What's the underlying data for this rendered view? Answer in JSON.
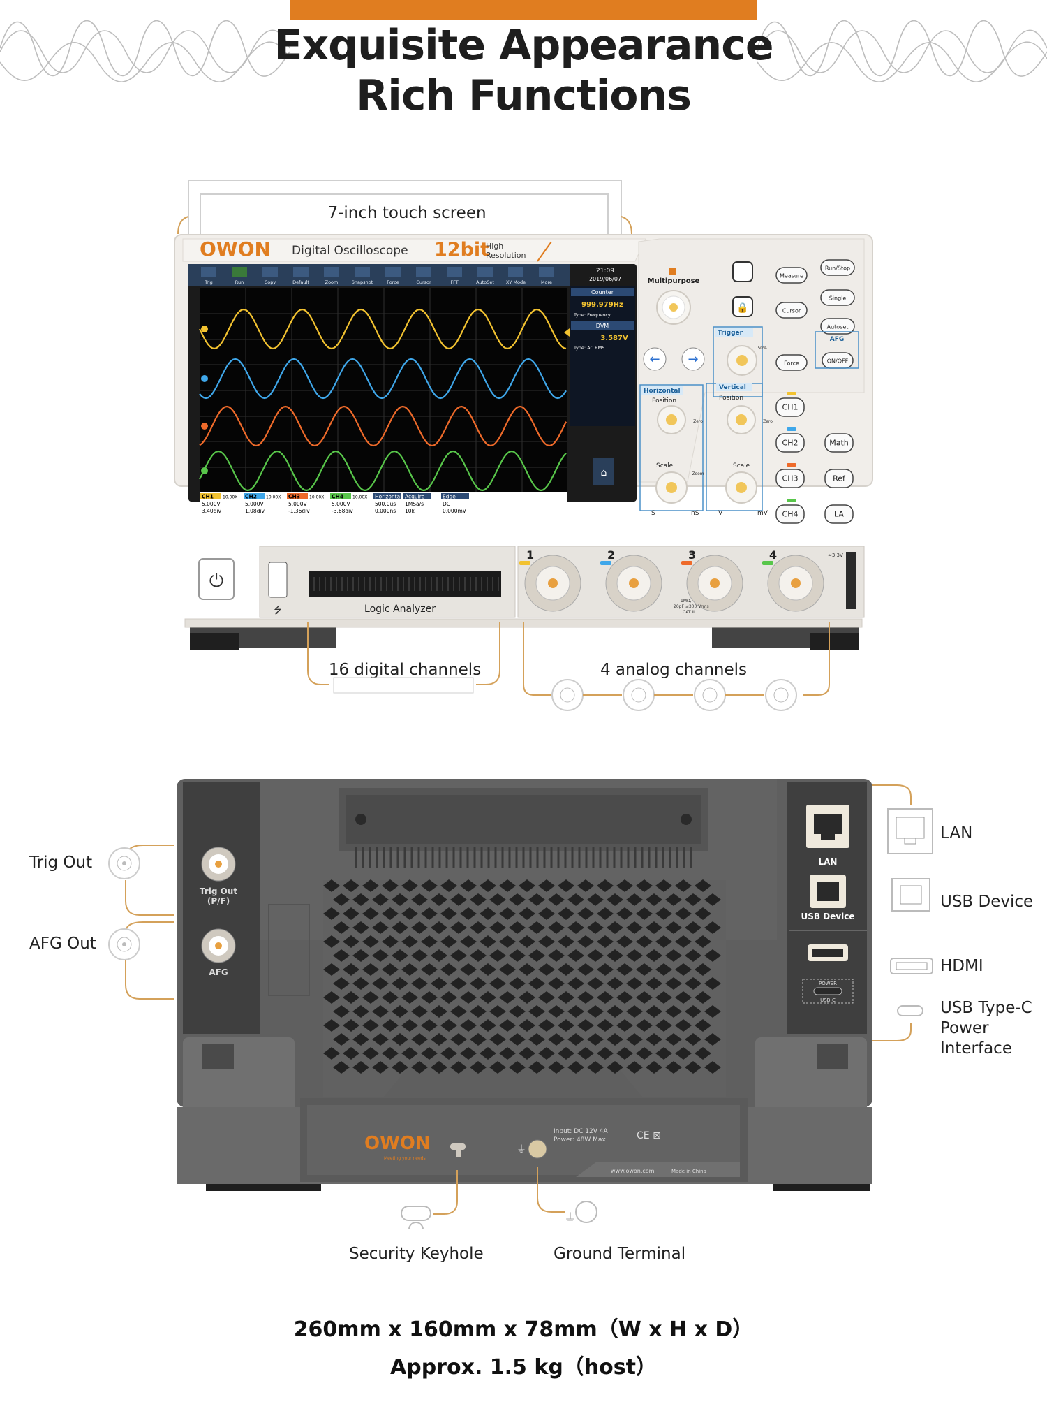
{
  "header": {
    "title_line1": "Exquisite Appearance",
    "title_line2": "Rich Functions"
  },
  "colors": {
    "accent": "#e07d20",
    "callout": "#d4a15a",
    "ch1": "#f2c230",
    "ch2": "#3fa7ea",
    "ch3": "#ee6a2a",
    "ch4": "#58c64a"
  },
  "front": {
    "screen_label": "7-inch touch screen",
    "brand": "OWON",
    "product": "Digital Oscilloscope",
    "badge_main": "12bit",
    "badge_sub1": "High",
    "badge_sub2": "Resolution",
    "logic_label": "Logic Analyzer",
    "digital_label": "16 digital channels",
    "analog_label": "4 analog channels",
    "ports": [
      "1",
      "2",
      "3",
      "4"
    ],
    "probe_spec1": "1MΩ,",
    "probe_spec2": "20pF ≤300 Vrms",
    "probe_spec3": "CAT II",
    "aux_label": "≈3.3V",
    "toolbar": [
      "Trig",
      "Run",
      "Copy",
      "Default",
      "Zoom",
      "Snapshot",
      "Force",
      "Cursor",
      "FFT",
      "AutoSet",
      "XY Mode",
      "More"
    ],
    "clock_time": "21:09",
    "clock_date": "2019/06/07",
    "panel": {
      "counter_title": "Counter",
      "counter_value": "999.979Hz",
      "counter_type": "Type: Frequency",
      "dvm_title": "DVM",
      "dvm_value": "3.587V",
      "dvm_type": "Type: AC RMS"
    },
    "status": [
      {
        "ch": "CH1",
        "probe": "10.00X",
        "v": "5.000V",
        "pos": "3.40div"
      },
      {
        "ch": "CH2",
        "probe": "10.00X",
        "v": "5.000V",
        "pos": "1.08div"
      },
      {
        "ch": "CH3",
        "probe": "10.00X",
        "v": "5.000V",
        "pos": "-1.36div"
      },
      {
        "ch": "CH4",
        "probe": "10.00X",
        "v": "5.000V",
        "pos": "-3.68div"
      }
    ],
    "status_extra": {
      "horiz_title": "Horizontal",
      "horiz_1": "500.0us",
      "horiz_2": "0.000ns",
      "acq_title": "Acquire",
      "acq_1": "1MSa/s",
      "acq_2": "10k",
      "edge_title": "Edge",
      "edge_1": "DC",
      "edge_2": "0.000mV"
    },
    "controls": {
      "multipurpose": "Multipurpose",
      "trigger": "Trigger",
      "horizontal": "Horizontal",
      "vertical": "Vertical",
      "position": "Position",
      "scale": "Scale",
      "afg": "AFG",
      "zero": "Zero",
      "zoom": "Zoom",
      "pct": "50%",
      "s": "S",
      "ns": "nS",
      "v": "V",
      "mv": "mV",
      "buttons": {
        "measure": "Measure",
        "cursor": "Cursor",
        "force": "Force",
        "runstop": "Run/Stop",
        "single": "Single",
        "autoset": "Autoset",
        "onoff": "ON/OFF",
        "ch1": "CH1",
        "ch2": "CH2",
        "ch3": "CH3",
        "ch4": "CH4",
        "math": "Math",
        "ref": "Ref",
        "la": "LA"
      }
    }
  },
  "back": {
    "trig_out": "Trig Out",
    "afg_out": "AFG Out",
    "trig_port": "Trig Out",
    "trig_port2": "(P/F)",
    "afg_port": "AFG",
    "lan_port": "LAN",
    "usbdev_port": "USB Device",
    "power_small": "POWER",
    "usbc_small": "USB-C",
    "lan": "LAN",
    "usb_device": "USB Device",
    "hdmi": "HDMI",
    "usbc_1": "USB Type-C",
    "usbc_2": "Power",
    "usbc_3": "Interface",
    "brand": "OWON",
    "slogan": "Meeting your needs",
    "input1": "Input: DC 12V 4A",
    "input2": "Power: 48W Max",
    "website": "www.owon.com",
    "made_in": "Made in China",
    "security": "Security Keyhole",
    "ground": "Ground Terminal"
  },
  "specs": {
    "dimensions": "260mm x 160mm x 78mm（W x H x D）",
    "weight": "Approx. 1.5 kg（host）"
  }
}
